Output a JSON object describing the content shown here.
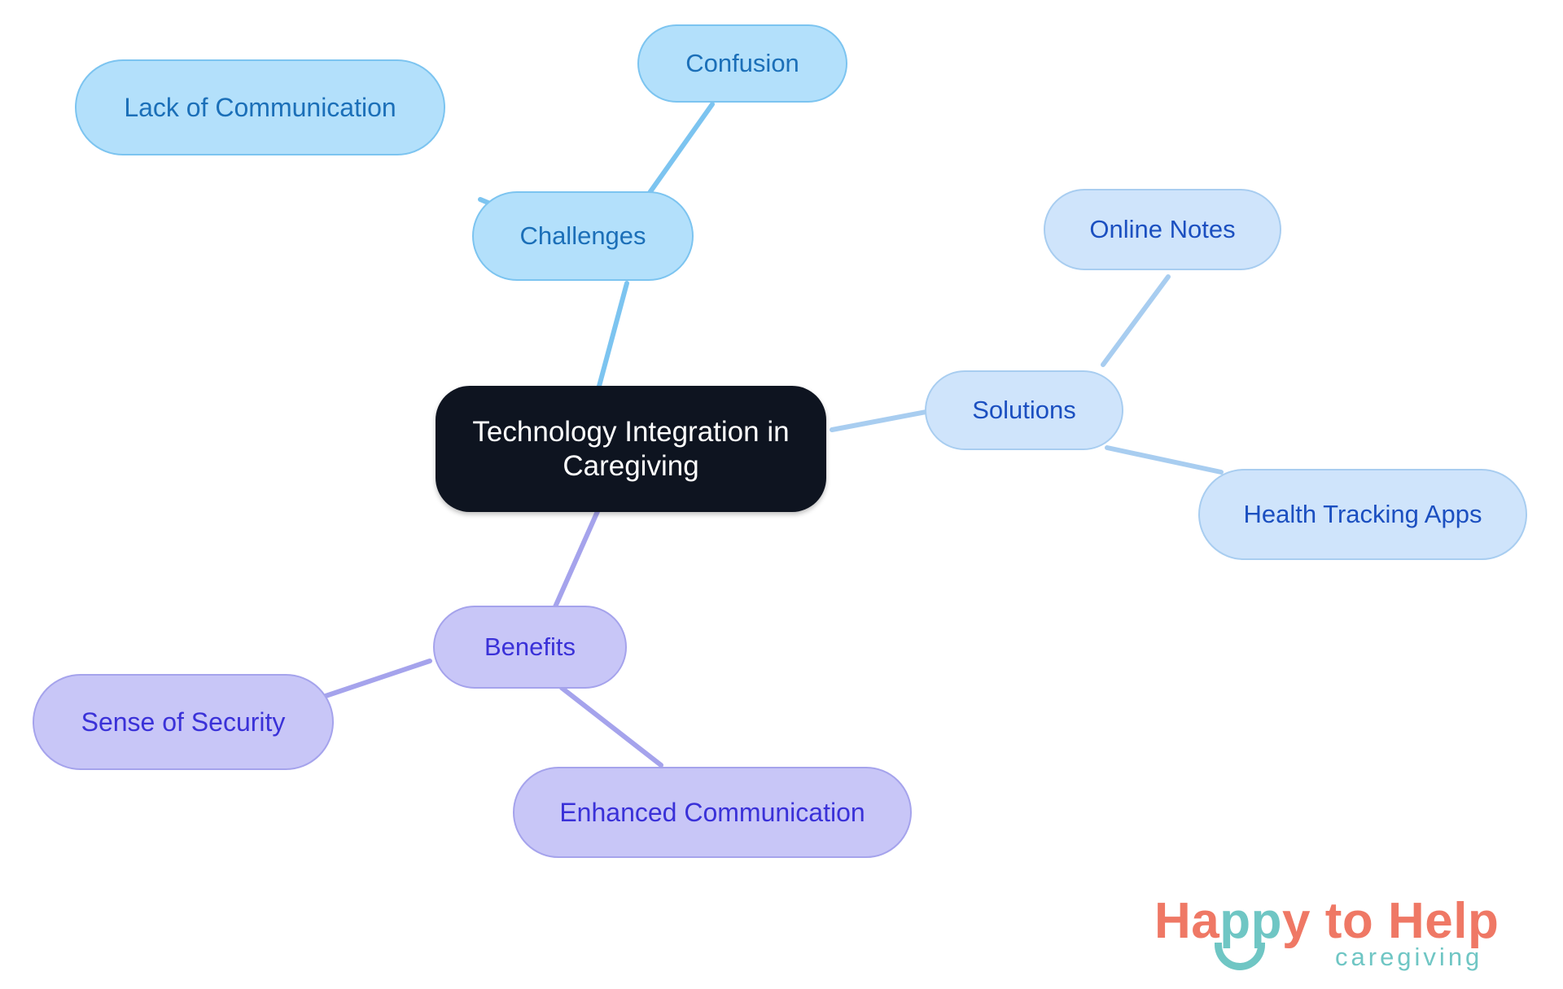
{
  "diagram": {
    "type": "mind-map",
    "title": "Technology Integration in Caregiving",
    "background_color": "#ffffff",
    "root": {
      "id": "root",
      "label": "Technology Integration in\nCaregiving",
      "fill": "#0E1420",
      "text_color": "#FFFFFF"
    },
    "branches": [
      {
        "id": "challenges",
        "label": "Challenges",
        "fill": "#B3E0FB",
        "border": "#7CC4F0",
        "text_color": "#1B6FB8",
        "edge_color": "#7CC4F0",
        "children": [
          {
            "id": "lack-of-communication",
            "label": "Lack of Communication"
          },
          {
            "id": "confusion",
            "label": "Confusion"
          }
        ]
      },
      {
        "id": "solutions",
        "label": "Solutions",
        "fill": "#CFE4FB",
        "border": "#A8CDF0",
        "text_color": "#1B4FC0",
        "edge_color": "#A8CDF0",
        "children": [
          {
            "id": "online-notes",
            "label": "Online Notes"
          },
          {
            "id": "health-tracking-apps",
            "label": "Health Tracking Apps"
          }
        ]
      },
      {
        "id": "benefits",
        "label": "Benefits",
        "fill": "#C8C6F7",
        "border": "#A5A3EC",
        "text_color": "#3A31D8",
        "edge_color": "#A5A3EC",
        "children": [
          {
            "id": "sense-of-security",
            "label": "Sense of Security"
          },
          {
            "id": "enhanced-communication",
            "label": "Enhanced Communication"
          }
        ]
      }
    ]
  },
  "logo": {
    "word_happy": "Happy",
    "word_pp": "pp",
    "word_y": "y",
    "word_tohelp": " to Help",
    "tagline": "caregiving",
    "coral": "#EF7865",
    "teal": "#6FC6C4"
  }
}
